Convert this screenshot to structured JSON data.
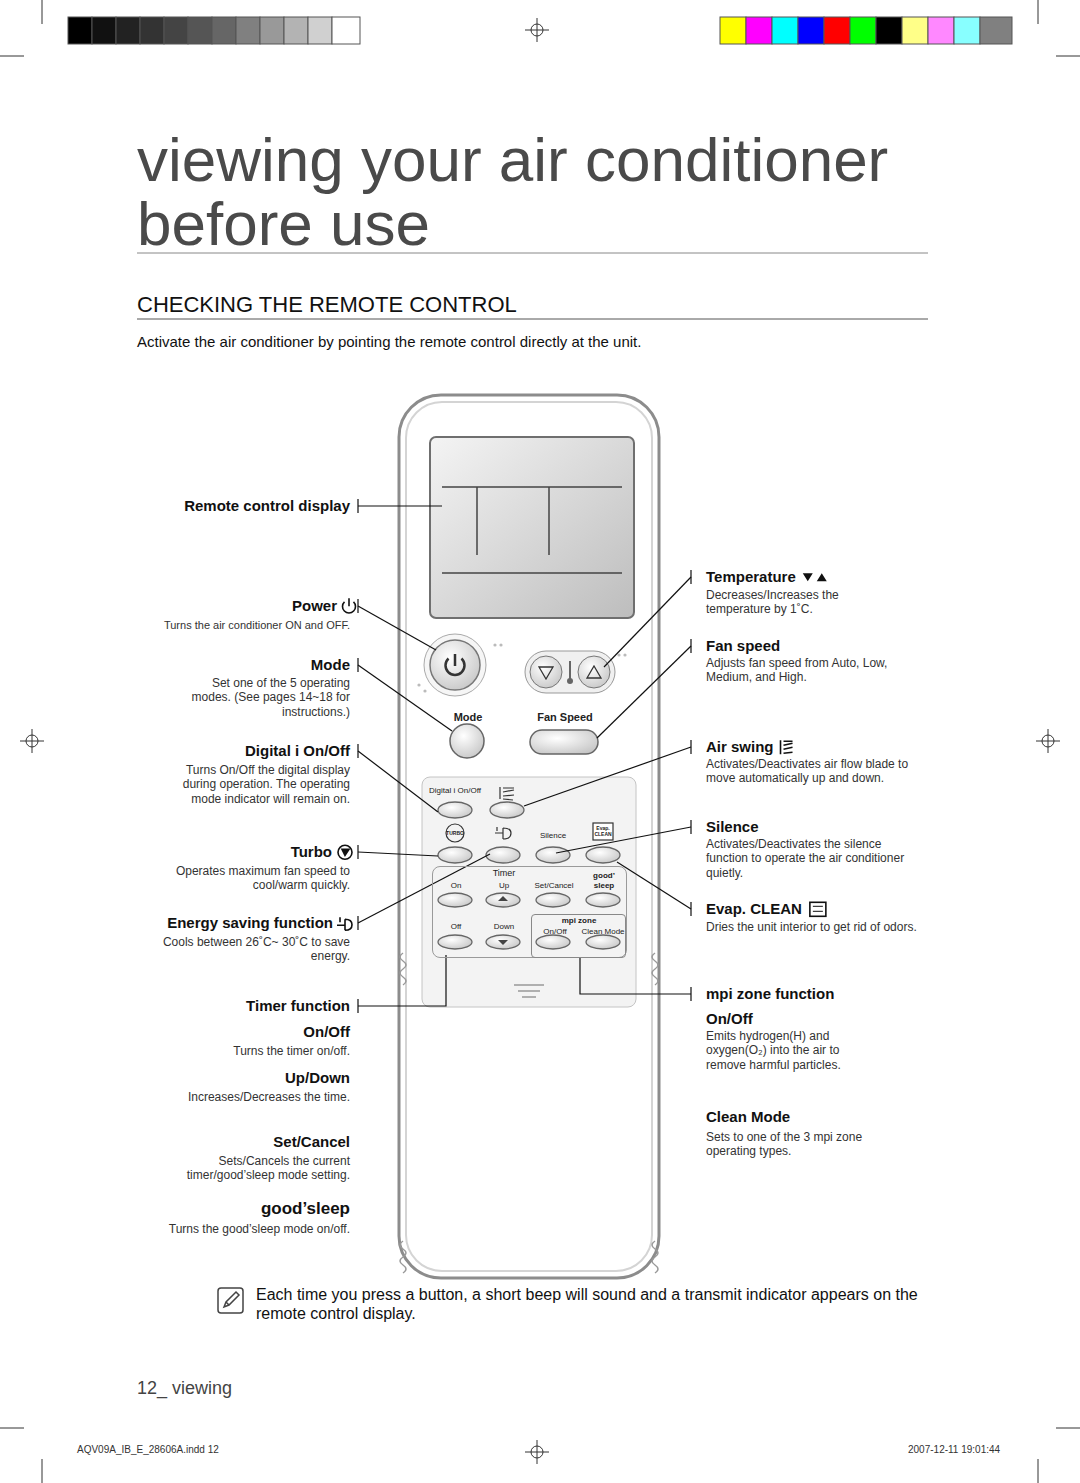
{
  "diagram": {
    "title": "viewing your air conditioner before use",
    "nodes": [
      {
        "text": [
          "Mode",
          "Fan Speed",
          "Digital i On/Off",
          "TURBO",
          "Silence",
          "Evap. CLEAN"
        ]
      },
      {
        "text": [
          "Timer",
          "On",
          "Up",
          "Set/Cancel",
          "good’ sleep",
          "Off",
          "Down"
        ],
        "in": 0
      },
      {
        "text": [
          "mpi zone",
          "On/Off",
          "Clean Mode"
        ],
        "in": 1
      }
    ],
    "labels": [
      "CHECKING THE REMOTE CONTROL",
      "Activate the air conditioner by pointing the remote control directly at the unit.",
      "Remote control display",
      "Power",
      "Turns the air conditioner ON and OFF.",
      "Mode",
      "Set one of the 5 operating modes. (See pages 14~18 for instructions.)",
      "Digital i On/Off",
      "Turns On/Off the digital display during operation. The operating mode indicator will remain on.",
      "Turbo",
      "Operates maximum fan speed to cool/warm quickly.",
      "Energy saving function",
      "Cools between 26˚C~ 30˚C to save energy.",
      "Timer function",
      "On/Off",
      "Turns the timer on/off.",
      "Up/Down",
      "Increases/Decreases the time.",
      "Set/Cancel",
      "Sets/Cancels the current timer/good’sleep mode setting.",
      "good’sleep",
      "Turns the good’sleep mode on/off.",
      "Temperature",
      "Decreases/Increases the temperature by 1˚C.",
      "Fan speed",
      "Adjusts fan speed from Auto, Low, Medium, and High.",
      "Air swing",
      "Activates/Deactivates air flow blade to move automatically up and down.",
      "Silence",
      "Activates/Deactivates the silence function to operate the air conditioner quietly.",
      "Evap. CLEAN",
      "Dries the unit interior to get rid of odors.",
      "mpi zone function",
      "On/Off",
      "Emits hydrogen(H) and oxygen(O₂) into the air to remove harmful particles.",
      "Clean Mode",
      "Sets to one of the 3 mpi zone operating types.",
      "Each time you press a button, a short beep will sound and a transmit indicator appears on the remote control display.",
      "12_ viewing",
      "AQV09A_IB_E_28606A.indd   12",
      "2007-12-11   19:01:44"
    ]
  }
}
